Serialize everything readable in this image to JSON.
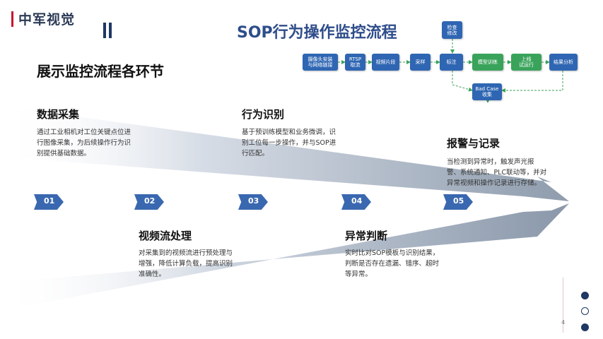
{
  "brand": "中军视觉",
  "title": "SOP行为操作监控流程",
  "subtitle": "展示监控流程各环节",
  "flow": {
    "nodes": [
      {
        "id": "camera",
        "label": "摄像头安装\n与网络链接",
        "color": "#2f66b3"
      },
      {
        "id": "rtsp",
        "label": "RTSP\n取流",
        "color": "#2f66b3"
      },
      {
        "id": "clip",
        "label": "视频片段",
        "color": "#2f66b3"
      },
      {
        "id": "sample",
        "label": "采样",
        "color": "#2f66b3"
      },
      {
        "id": "annotate",
        "label": "标注",
        "color": "#2f66b3"
      },
      {
        "id": "train",
        "label": "模型训练",
        "color": "#3aa35b"
      },
      {
        "id": "deploy",
        "label": "上线\n试运行",
        "color": "#3aa35b"
      },
      {
        "id": "analysis",
        "label": "结果分析",
        "color": "#2f66b3"
      },
      {
        "id": "review",
        "label": "检查\n修改",
        "color": "#2f66b3"
      },
      {
        "id": "badcase",
        "label": "Bad Case\n收集",
        "color": "#2f66b3"
      }
    ]
  },
  "stages": [
    {
      "num": "01",
      "title": "数据采集",
      "desc": "通过工业相机对工位关键点位进行图像采集，为后续操作行为识别提供基础数据。"
    },
    {
      "num": "02",
      "title": "视频流处理",
      "desc": "对采集到的视频流进行预处理与增强，降低计算负载，提高识别准确性。"
    },
    {
      "num": "03",
      "title": "行为识别",
      "desc": "基于预训练模型和业务微调，识别工位每一步操作，并与SOP进行匹配。"
    },
    {
      "num": "04",
      "title": "异常判断",
      "desc": "实时比对SOP模板与识别结果，判断是否存在遗漏、错序、超时等异常。"
    },
    {
      "num": "05",
      "title": "报警与记录",
      "desc": "当检测到异常时，触发声光报警、系统通知、PLC联动等，并对异常视频和操作记录进行存储。"
    }
  ],
  "page_number": "4",
  "colors": {
    "accent": "#c8102e",
    "primary": "#1f3864",
    "node_blue": "#2f66b3",
    "node_green": "#3aa35b",
    "arrow": "#3a68b0"
  }
}
